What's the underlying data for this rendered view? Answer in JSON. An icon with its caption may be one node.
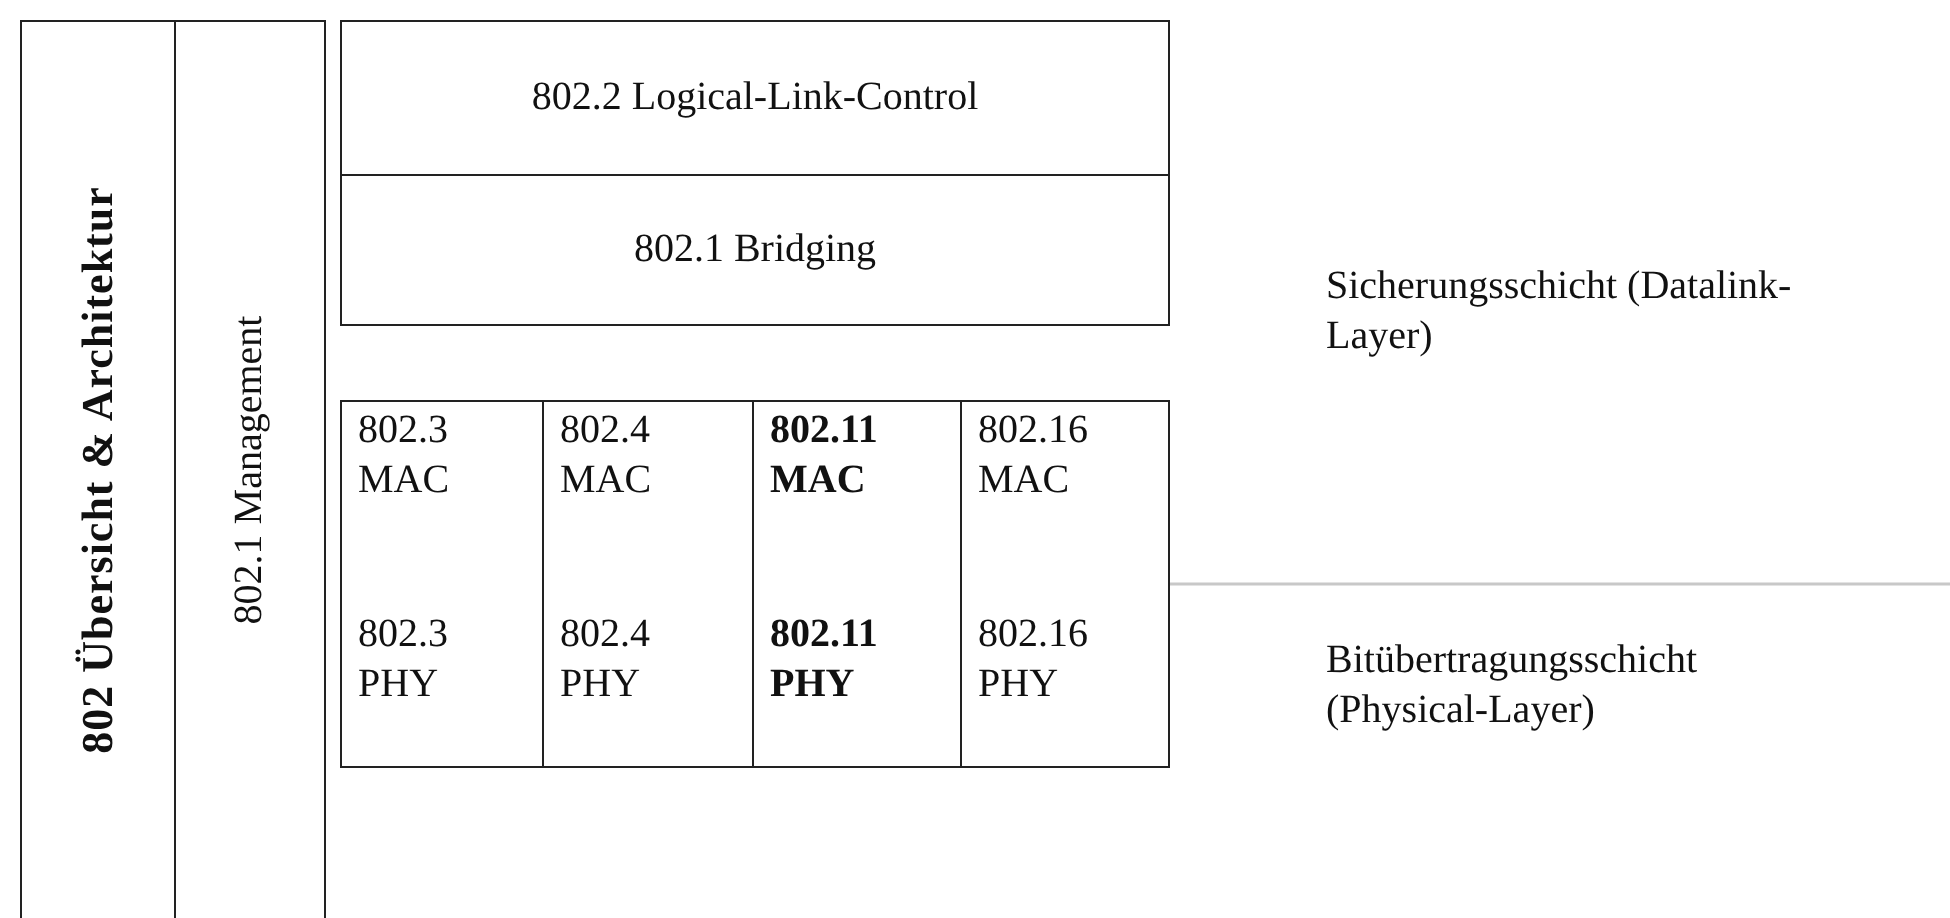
{
  "diagram": {
    "nodes": [
      {
        "text": [
          "802 Übersicht & Architektur"
        ]
      },
      {
        "text": [
          "802.1 Management"
        ]
      },
      {
        "text": [
          "802.2 Logical-Link-Control"
        ]
      },
      {
        "text": [
          "802.1 Bridging"
        ]
      },
      {
        "text": [
          "802.3 MAC",
          "802.3 PHY"
        ]
      },
      {
        "text": [
          "802.4 MAC",
          "802.4 PHY"
        ]
      },
      {
        "text": [
          "802.11 MAC",
          "802.11 PHY"
        ]
      },
      {
        "text": [
          "802.16 MAC",
          "802.16 PHY"
        ]
      }
    ],
    "labels": [
      "Sicherungsschicht (Datalink-Layer)",
      "Bitübertragungsschicht (Physical-Layer)"
    ]
  }
}
